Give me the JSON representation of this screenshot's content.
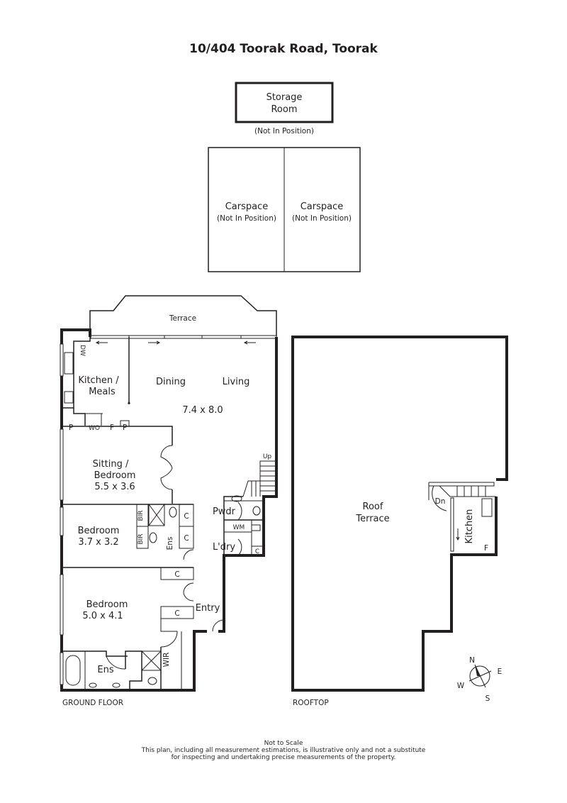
{
  "title": "10/404 Toorak Road, Toorak",
  "storage": {
    "line1": "Storage",
    "line2": "Room",
    "note": "(Not In Position)"
  },
  "carspaces": [
    {
      "label": "Carspace",
      "note": "(Not In Position)"
    },
    {
      "label": "Carspace",
      "note": "(Not In Position)"
    }
  ],
  "ground_floor": {
    "label": "GROUND FLOOR",
    "terrace": "Terrace",
    "kitchen": {
      "line1": "Kitchen /",
      "line2": "Meals"
    },
    "dining": "Dining",
    "living": "Living",
    "living_size": "7.4 x 8.0",
    "sitting": {
      "line1": "Sitting /",
      "line2": "Bedroom",
      "size": "5.5 x 3.6"
    },
    "bedroom2": {
      "label": "Bedroom",
      "size": "3.7 x 3.2"
    },
    "bedroom1": {
      "label": "Bedroom",
      "size": "5.0 x 4.1"
    },
    "ens1": "Ens",
    "ens2": "Ens",
    "pwdr": "Pwdr",
    "ldry": "L'dry",
    "entry": "Entry",
    "wir": "WIR",
    "up": "Up",
    "fixtures": {
      "dw": "DW",
      "p1": "P",
      "wo": "WO",
      "f": "F",
      "p2": "P",
      "bir1": "BIR",
      "bir2": "BIR",
      "c1": "C",
      "c2": "C",
      "c3": "C",
      "c4": "C",
      "c5": "C",
      "wm": "WM"
    }
  },
  "rooftop": {
    "label": "ROOFTOP",
    "roof_terrace": {
      "line1": "Roof",
      "line2": "Terrace"
    },
    "kitchen": "Kitchen",
    "f": "F",
    "dn": "Dn"
  },
  "compass": {
    "n": "N",
    "e": "E",
    "s": "S",
    "w": "W"
  },
  "footer": {
    "line1": "Not to Scale",
    "line2": "This plan, including all measurement estimations, is illustrative only and not a substitute",
    "line3": "for inspecting and undertaking precise measurements of the property."
  }
}
